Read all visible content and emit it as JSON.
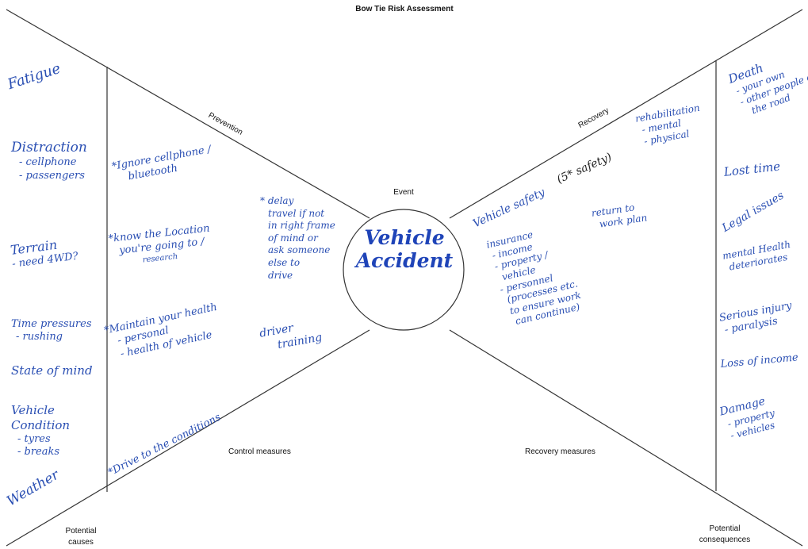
{
  "colors": {
    "ink": "#2a4fb3",
    "frame": "#333333",
    "pen_black": "#222222"
  },
  "title": "Bow Tie Risk Assessment",
  "labels": {
    "prevention": "Prevention",
    "recovery": "Recovery",
    "event": "Event",
    "control_measures": "Control measures",
    "recovery_measures": "Recovery measures",
    "potential_causes": [
      "Potential",
      "causes"
    ],
    "potential_consequences": [
      "Potential",
      "consequences"
    ]
  },
  "event_text": [
    "Vehicle",
    "Accident"
  ],
  "causes": [
    [
      "Fatigue"
    ],
    [
      "Distraction",
      "- cellphone",
      "- passengers"
    ],
    [
      "Terrain",
      "- need 4WD?"
    ],
    [
      "Time pressures",
      "- rushing"
    ],
    [
      "State of mind"
    ],
    [
      "Vehicle",
      "Condition",
      "- tyres",
      "- breaks"
    ],
    [
      "Weather"
    ]
  ],
  "control_measures": [
    [
      "*Ignore cellphone /",
      "bluetooth"
    ],
    [
      "*know the Location",
      "you're going to /",
      "research"
    ],
    [
      "* delay",
      "travel if not",
      "in right frame",
      "of mind or",
      "ask someone",
      "else to",
      "drive"
    ],
    [
      "*Maintain your health",
      "- personal",
      "- health of vehicle"
    ],
    [
      "driver",
      "training"
    ],
    [
      "*Drive to the conditions"
    ]
  ],
  "recovery_measures": [
    [
      "rehabilitation",
      "- mental",
      "- physical"
    ],
    [
      "Vehicle safety"
    ],
    [
      "(5* safety)"
    ],
    [
      "return to",
      "work plan"
    ],
    [
      "insurance",
      "- income",
      "- property /",
      "vehicle",
      "- personnel",
      "(processes etc.",
      "to ensure work",
      "can continue)"
    ]
  ],
  "consequences": [
    [
      "Death",
      "- your own",
      "- other people on",
      "the road"
    ],
    [
      "Lost time"
    ],
    [
      "Legal issues"
    ],
    [
      "mental Health",
      "deteriorates"
    ],
    [
      "Serious injury",
      "- paralysis"
    ],
    [
      "Loss of income"
    ],
    [
      "Damage",
      "- property",
      "- vehicles"
    ]
  ]
}
